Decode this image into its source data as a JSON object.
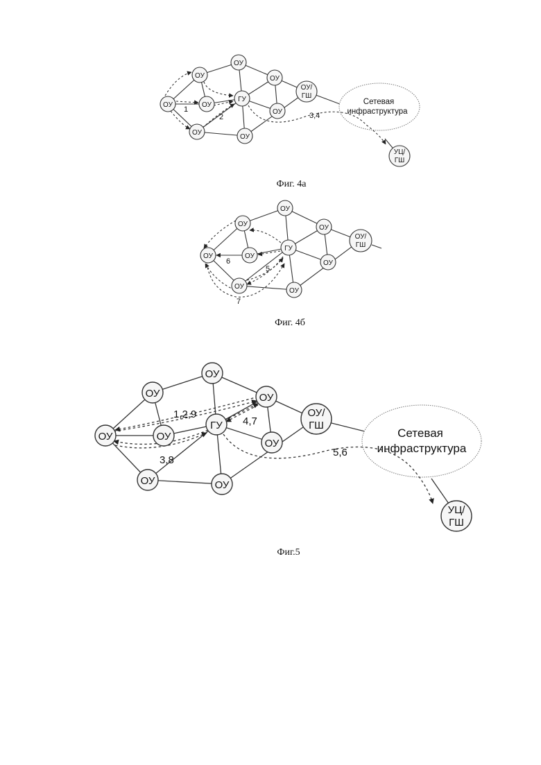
{
  "node_labels": {
    "ou": "ОУ",
    "gu": "ГУ",
    "ou_gsh_line1": "ОУ/",
    "ou_gsh_line2": "ГШ",
    "uc_gsh_line1": "УЦ/",
    "uc_gsh_line2": "ГШ"
  },
  "network_infrastructure": {
    "line1": "Сетевая",
    "line2": "инфраструктура"
  },
  "fig4a": {
    "caption": "Фиг. 4а",
    "step_labels": [
      "1",
      "2",
      "3,4"
    ]
  },
  "fig4b": {
    "caption": "Фиг. 4б",
    "step_labels": [
      "5",
      "6",
      "7"
    ]
  },
  "fig5": {
    "caption": "Фиг.5",
    "step_labels": [
      "1,2,9",
      "4,7",
      "3,8",
      "5,6"
    ]
  }
}
